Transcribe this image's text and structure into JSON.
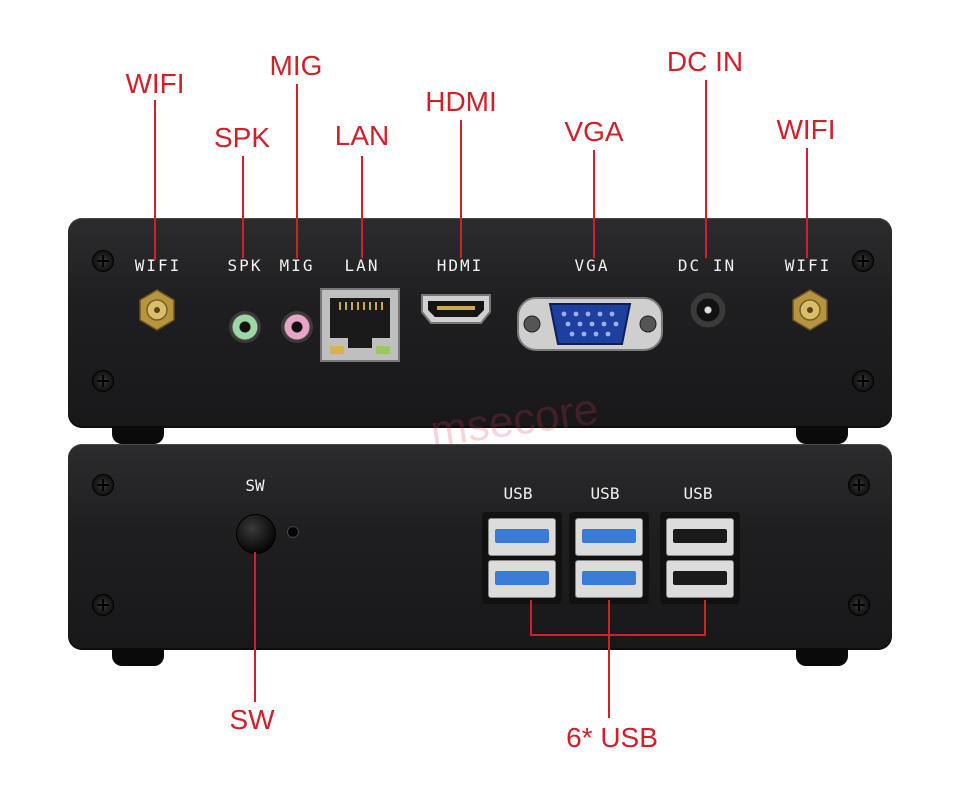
{
  "callouts": {
    "wifi_left": "WIFI",
    "spk": "SPK",
    "mig": "MIG",
    "lan": "LAN",
    "hdmi": "HDMI",
    "vga": "VGA",
    "dc_in": "DC IN",
    "wifi_right": "WIFI",
    "sw": "SW",
    "usb_count": "6* USB"
  },
  "rear_panel": {
    "wifi_left": "WIFI",
    "spk": "SPK",
    "mig": "MIG",
    "lan": "LAN",
    "hdmi": "HDMI",
    "vga": "VGA",
    "dc_in": "DC IN",
    "wifi_right": "WIFI"
  },
  "front_panel": {
    "sw": "SW",
    "usb_labels": [
      "USB",
      "USB",
      "USB"
    ]
  },
  "watermark": "msecore",
  "colors": {
    "callout": "#d0202a",
    "usb3_blue": "#3a7bd5",
    "audio_green": "#9ed7a6",
    "audio_pink": "#e8a6c6"
  }
}
